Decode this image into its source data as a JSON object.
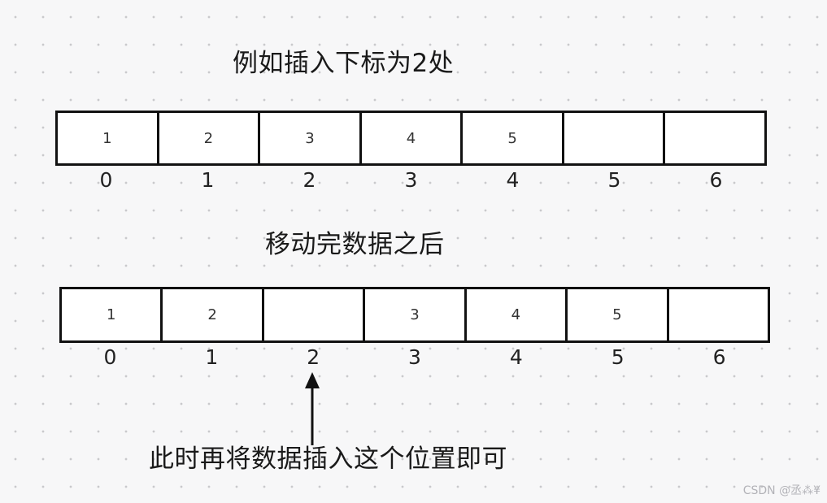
{
  "captions": {
    "insert_example": "例如插入下标为2处",
    "after_move": "移动完数据之后",
    "insert_here": "此时再将数据插入这个位置即可"
  },
  "array_before": {
    "cells": [
      "1",
      "2",
      "3",
      "4",
      "5",
      "",
      ""
    ],
    "indices": [
      "0",
      "1",
      "2",
      "3",
      "4",
      "5",
      "6"
    ]
  },
  "array_after": {
    "cells": [
      "1",
      "2",
      "",
      "3",
      "4",
      "5",
      ""
    ],
    "indices": [
      "0",
      "1",
      "2",
      "3",
      "4",
      "5",
      "6"
    ]
  },
  "watermark": "CSDN @丞⁂¥"
}
